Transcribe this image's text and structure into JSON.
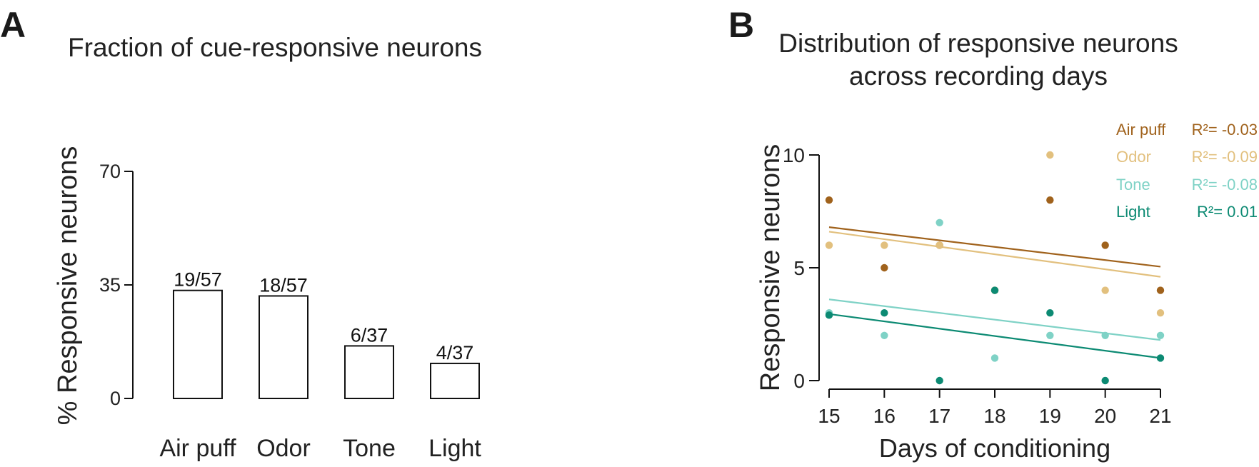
{
  "panels": {
    "a": {
      "letter": "A",
      "title": "Fraction of cue-responsive neurons"
    },
    "b": {
      "letter": "B",
      "title_line1": "Distribution of responsive neurons",
      "title_line2": "across recording days"
    }
  },
  "colors": {
    "air_puff": "#a0621c",
    "odor": "#e2c07e",
    "tone": "#7fd2c6",
    "light": "#0c8a73"
  },
  "chart_data": [
    {
      "type": "bar",
      "title": "Fraction of cue-responsive neurons",
      "ylabel": "% Responsive neurons",
      "xlabel": "",
      "categories": [
        "Air puff",
        "Odor",
        "Tone",
        "Light"
      ],
      "values": [
        33.3,
        31.6,
        16.2,
        10.8
      ],
      "data_labels": [
        "19/57",
        "18/57",
        "6/37",
        "4/37"
      ],
      "ylim": [
        0,
        70
      ],
      "yticks": [
        0,
        35,
        70
      ],
      "grid": false
    },
    {
      "type": "scatter",
      "title": "Distribution of responsive neurons across recording days",
      "xlabel": "Days of conditioning",
      "ylabel": "Responsive neurons",
      "xlim": [
        15,
        21
      ],
      "ylim": [
        0,
        10
      ],
      "xticks": [
        15,
        16,
        17,
        18,
        19,
        20,
        21
      ],
      "yticks": [
        0,
        5,
        10
      ],
      "grid": false,
      "legend_position": "top-right",
      "series": [
        {
          "name": "Air puff",
          "r2": "R²= -0.03",
          "color_key": "air_puff",
          "x": [
            15,
            16,
            17,
            18,
            19,
            20,
            21
          ],
          "y": [
            8,
            5,
            6,
            4,
            8,
            6,
            4
          ],
          "fit": {
            "x": [
              15,
              21
            ],
            "y": [
              6.8,
              5.05
            ]
          }
        },
        {
          "name": "Odor",
          "r2": "R²= -0.09",
          "color_key": "odor",
          "x": [
            15,
            16,
            17,
            18,
            19,
            20,
            21
          ],
          "y": [
            6,
            6,
            6,
            4,
            10,
            4,
            3
          ],
          "fit": {
            "x": [
              15,
              21
            ],
            "y": [
              6.6,
              4.6
            ]
          }
        },
        {
          "name": "Tone",
          "r2": "R²= -0.08",
          "color_key": "tone",
          "x": [
            15,
            16,
            17,
            18,
            19,
            20,
            21
          ],
          "y": [
            3,
            2,
            7,
            1,
            2,
            2,
            2
          ],
          "fit": {
            "x": [
              15,
              21
            ],
            "y": [
              3.6,
              1.8
            ]
          }
        },
        {
          "name": "Light",
          "r2": "R²=  0.01",
          "color_key": "light",
          "x": [
            15,
            16,
            17,
            18,
            19,
            20,
            21
          ],
          "y": [
            2.9,
            3,
            0,
            4,
            3,
            0,
            1
          ],
          "fit": {
            "x": [
              15,
              21
            ],
            "y": [
              2.95,
              1.0
            ]
          }
        }
      ]
    }
  ]
}
